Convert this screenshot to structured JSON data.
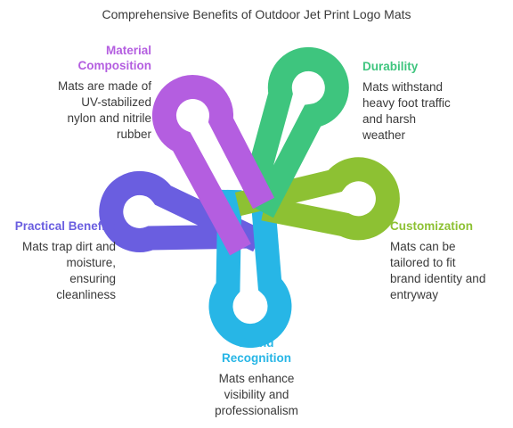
{
  "title": "Comprehensive Benefits of Outdoor Jet Print Logo Mats",
  "colors": {
    "material": "#b45ee0",
    "durability": "#3ec57e",
    "customization": "#8dc133",
    "brand": "#27b6e6",
    "practical": "#6a5ee0"
  },
  "benefits": {
    "material": {
      "head_lines": [
        "Material",
        "Composition"
      ],
      "desc_lines": [
        "Mats are made of",
        "UV-stabilized",
        "nylon and nitrile",
        "rubber"
      ]
    },
    "durability": {
      "head_lines": [
        "Durability"
      ],
      "desc_lines": [
        "Mats withstand",
        "heavy foot traffic",
        "and harsh",
        "weather"
      ]
    },
    "customization": {
      "head_lines": [
        "Customization"
      ],
      "desc_lines": [
        "Mats can be",
        "tailored to fit",
        "brand identity and",
        "entryway"
      ]
    },
    "brand": {
      "head_lines": [
        "Brand",
        "Recognition"
      ],
      "desc_lines": [
        "Mats enhance",
        "visibility and",
        "professionalism"
      ]
    },
    "practical": {
      "head_lines": [
        "Practical Benefits"
      ],
      "desc_lines": [
        "Mats trap dirt and",
        "moisture,",
        "ensuring",
        "cleanliness"
      ]
    }
  }
}
